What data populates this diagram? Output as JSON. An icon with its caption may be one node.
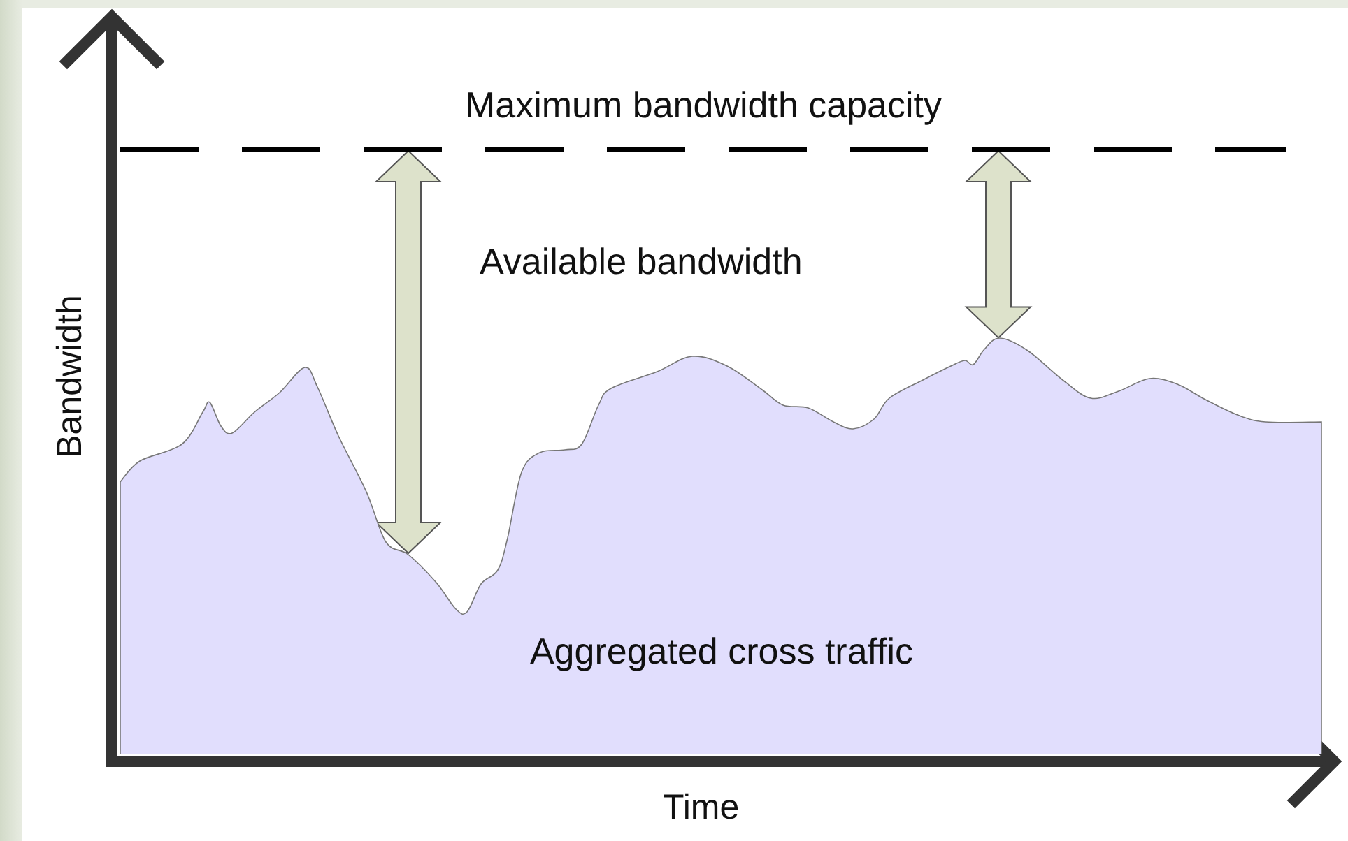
{
  "diagram": {
    "nodes": [
      {
        "text": [
          "Maximum bandwidth capacity"
        ]
      },
      {
        "text": [
          "Aggregated cross traffic"
        ]
      }
    ],
    "edges": [
      {
        "from": 0,
        "to": 1,
        "arrow": "both"
      },
      {
        "from": 0,
        "to": 1,
        "arrow": "both"
      }
    ],
    "labels": [
      "Available bandwidth",
      "Bandwidth",
      "Time"
    ]
  }
}
